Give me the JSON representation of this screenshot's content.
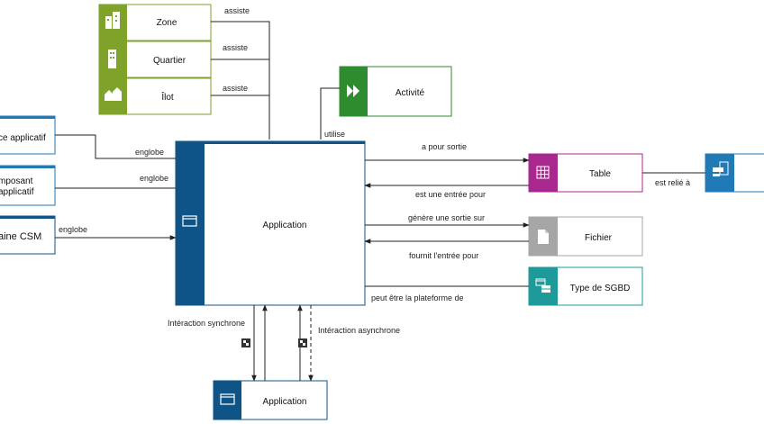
{
  "colors": {
    "green": "#7fa22a",
    "green_dark": "#2e8b2e",
    "blue": "#0e5486",
    "blue_light": "#1f7ab5",
    "magenta": "#a9288f",
    "grey": "#a6a6a6",
    "teal": "#1f9a9a",
    "line": "#222222"
  },
  "nodes": {
    "zone": "Zone",
    "quartier": "Quartier",
    "ilot": "Îlot",
    "activite": "Activité",
    "service_applicatif": "ce applicatif",
    "composant_line1": "mposant",
    "composant_line2": "applicatif",
    "domaine_csm": "aine CSM",
    "application_main": "Application",
    "table": "Table",
    "fichier": "Fichier",
    "type_sgbd": "Type de SGBD",
    "application_bottom": "Application"
  },
  "icons": {
    "zone": "buildings-icon",
    "quartier": "building-icon",
    "ilot": "houses-icon",
    "activite": "fast-forward-icon",
    "application": "window-icon",
    "table": "grid-icon",
    "fichier": "file-icon",
    "type_sgbd": "database-type-icon",
    "related": "link-icon",
    "interaction": "interface-icon"
  },
  "edges": {
    "assiste_1": "assiste",
    "assiste_2": "assiste",
    "assiste_3": "assiste",
    "utilise": "utilise",
    "englobe_1": "englobe",
    "englobe_2": "englobe",
    "englobe_3": "englobe",
    "a_pour_sortie": "a pour sortie",
    "est_une_entree_pour": "est une entrée pour",
    "genere_une_sortie_sur": "génère une sortie sur",
    "fournit_l_entree_pour": "fournit l'entrée pour",
    "peut_etre_la_plateforme_de": "peut être la plateforme de",
    "est_relie_a": "est relié à",
    "interaction_synchrone": "Intéraction synchrone",
    "interaction_asynchrone": "Intéraction asynchrone"
  }
}
